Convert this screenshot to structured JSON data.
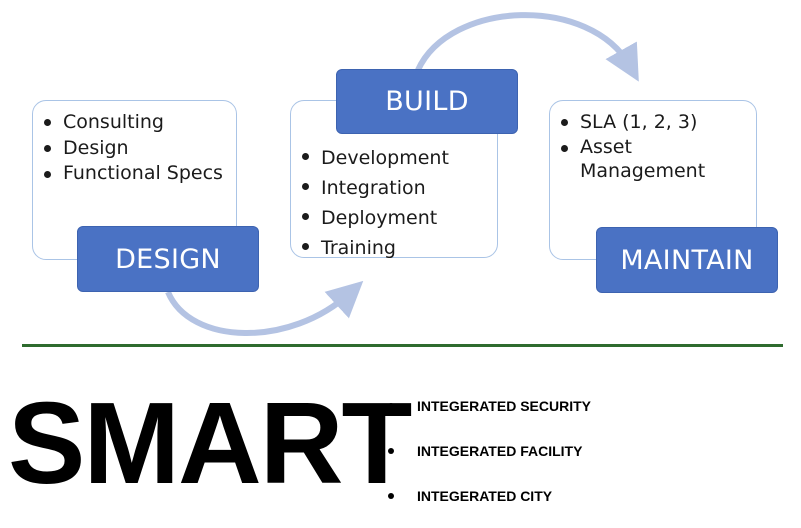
{
  "phases": {
    "design": {
      "label": "DESIGN",
      "items": [
        "Consulting",
        "Design",
        "Functional Specs"
      ]
    },
    "build": {
      "label": "BUILD",
      "items": [
        "Development",
        "Integration",
        "Deployment",
        "Training"
      ]
    },
    "maintain": {
      "label": "MAINTAIN",
      "items": [
        "SLA (1, 2, 3)",
        "Asset Management"
      ]
    }
  },
  "smart": {
    "title": "SMART",
    "items": [
      "INTEGERATED SECURITY",
      "INTEGERATED FACILITY",
      "INTEGERATED CITY"
    ]
  },
  "colors": {
    "accent": "#4a72c4",
    "card_border": "#aac4e6",
    "arrow": "#b4c3e3",
    "divider": "#2e6b2e"
  }
}
